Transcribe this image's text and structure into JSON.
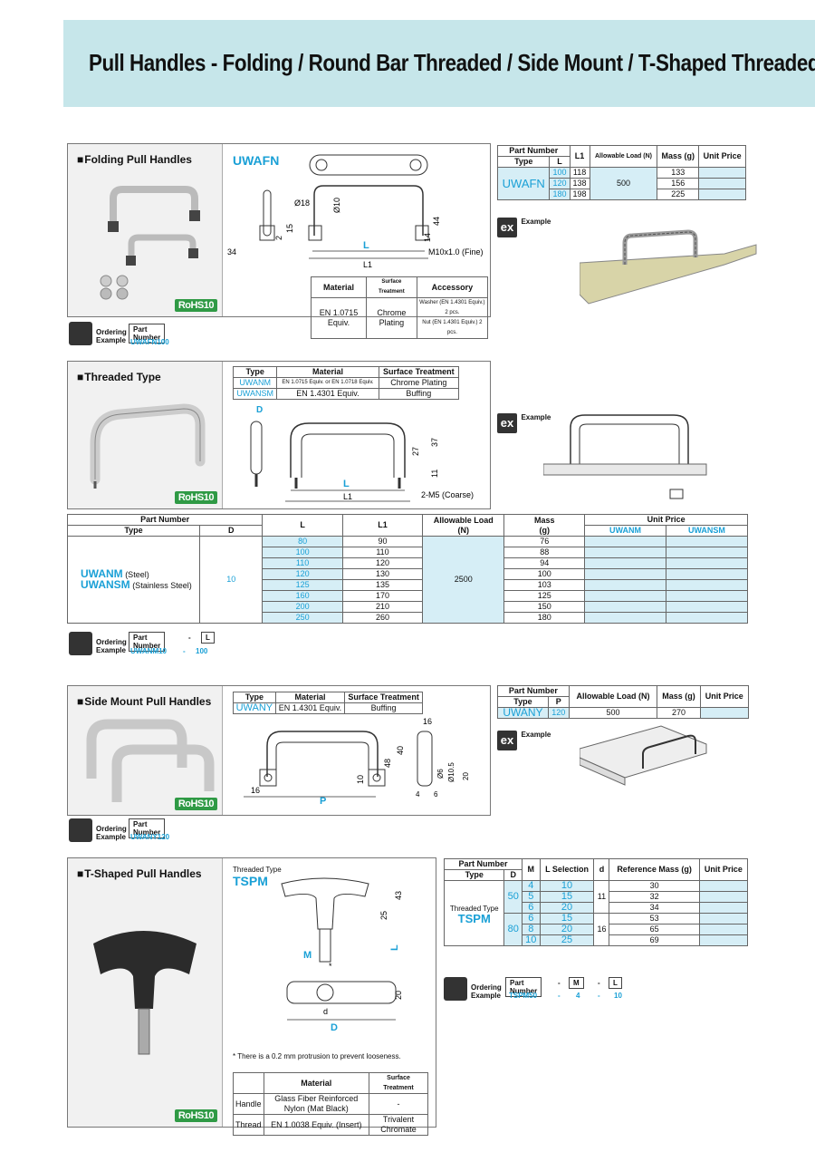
{
  "title": "Pull Handles - Folding / Round Bar Threaded / Side Mount / T-Shaped Threaded",
  "rohs": "RoHS10",
  "ex_label": "Example",
  "ordering_label": "Ordering Example",
  "folding": {
    "title": "Folding Pull Handles",
    "model": "UWAFN",
    "dims": {
      "d18": "Ø18",
      "d10": "Ø10",
      "l34": "34",
      "l15": "15",
      "l2": "2",
      "l44": "44",
      "l14": "14",
      "L": "L",
      "L1": "L1",
      "thread": "M10x1.0 (Fine)"
    },
    "mat_headers": [
      "Material",
      "Surface Treatment",
      "Accessory"
    ],
    "mat_row": [
      "EN 1.0715 Equiv.",
      "Chrome Plating",
      "Washer (EN 1.4301 Equiv.) 2 pcs.",
      "Nut (EN 1.4301 Equiv.) 2 pcs."
    ],
    "table": {
      "h_part": "Part Number",
      "h_type": "Type",
      "h_L": "L",
      "h_L1": "L1",
      "h_load": "Allowable Load (N)",
      "h_mass": "Mass (g)",
      "h_price": "Unit Price",
      "type": "UWAFN",
      "load": "500",
      "rows": [
        [
          "100",
          "118",
          "133"
        ],
        [
          "120",
          "138",
          "156"
        ],
        [
          "180",
          "198",
          "225"
        ]
      ]
    },
    "order": {
      "pn_label": "Part Number",
      "pn": "UWAFN100"
    }
  },
  "threaded": {
    "title": "Threaded Type",
    "mat_headers": [
      "Type",
      "Material",
      "Surface Treatment"
    ],
    "mat_rows": [
      [
        "UWANM",
        "EN 1.0715 Equiv. or EN 1.0718 Equiv.",
        "Chrome Plating"
      ],
      [
        "UWANSM",
        "EN 1.4301 Equiv.",
        "Buffing"
      ]
    ],
    "dims": {
      "D": "D",
      "h27": "27",
      "h37": "37",
      "h11": "11",
      "L": "L",
      "L1": "L1",
      "thread": "2-M5 (Coarse)"
    },
    "table": {
      "h_part": "Part Number",
      "h_type": "Type",
      "h_D": "D",
      "h_L": "L",
      "h_L1": "L1",
      "h_load": "Allowable Load",
      "h_load_u": "(N)",
      "h_mass": "Mass",
      "h_mass_u": "(g)",
      "h_price": "Unit Price",
      "h_p1": "UWANM",
      "h_p2": "UWANSM",
      "type1": "UWANM",
      "type1s": "(Steel)",
      "type2": "UWANSM",
      "type2s": "(Stainless Steel)",
      "D": "10",
      "load": "2500",
      "rows": [
        [
          "80",
          "90",
          "76"
        ],
        [
          "100",
          "110",
          "88"
        ],
        [
          "110",
          "120",
          "94"
        ],
        [
          "120",
          "130",
          "100"
        ],
        [
          "125",
          "135",
          "103"
        ],
        [
          "160",
          "170",
          "125"
        ],
        [
          "200",
          "210",
          "150"
        ],
        [
          "250",
          "260",
          "180"
        ]
      ]
    },
    "order": {
      "pn_label": "Part Number",
      "sep": "-",
      "L_label": "L",
      "pn": "UWANM10",
      "L": "100"
    }
  },
  "side": {
    "title": "Side Mount Pull Handles",
    "mat_headers": [
      "Type",
      "Material",
      "Surface Treatment"
    ],
    "mat_row": [
      "UWANY",
      "EN 1.4301 Equiv.",
      "Buffing"
    ],
    "dims": {
      "d16": "16",
      "h48": "48",
      "h40": "40",
      "h10": "10",
      "w16": "16",
      "P": "P",
      "d6": "Ø6",
      "d105": "Ø10.5",
      "h20": "20",
      "w4": "4",
      "w6": "6"
    },
    "table": {
      "h_part": "Part Number",
      "h_type": "Type",
      "h_P": "P",
      "h_load": "Allowable Load (N)",
      "h_mass": "Mass (g)",
      "h_price": "Unit Price",
      "row": [
        "UWANY",
        "120",
        "500",
        "270"
      ]
    },
    "order": {
      "pn_label": "Part Number",
      "pn": "UWANY120"
    }
  },
  "tshape": {
    "title": "T-Shaped Pull Handles",
    "sub": "Threaded Type",
    "model": "TSPM",
    "dims": {
      "h25": "25",
      "h43": "43",
      "L": "L",
      "M": "M",
      "star": "*",
      "d": "d",
      "D": "D",
      "h20": "20"
    },
    "note": "* There is a 0.2 mm protrusion to prevent looseness.",
    "mat_headers": [
      "Material",
      "Surface Treatment"
    ],
    "mat_rows": [
      [
        "Handle",
        "Glass Fiber Reinforced Nylon (Mat Black)",
        "-"
      ],
      [
        "Thread",
        "EN 1.0038 Equiv. (Insert)",
        "Trivalent Chromate"
      ]
    ],
    "table": {
      "h_part": "Part Number",
      "h_type": "Type",
      "h_D": "D",
      "h_M": "M",
      "h_L": "L Selection",
      "h_d": "d",
      "h_mass": "Reference Mass (g)",
      "h_price": "Unit Price",
      "type_sub": "Threaded Type",
      "type": "TSPM",
      "groups": [
        {
          "D": "50",
          "d": "11",
          "rows": [
            [
              "4",
              "10",
              "30"
            ],
            [
              "5",
              "15",
              "32"
            ],
            [
              "6",
              "20",
              "34"
            ]
          ]
        },
        {
          "D": "80",
          "d": "16",
          "rows": [
            [
              "6",
              "15",
              "53"
            ],
            [
              "8",
              "20",
              "65"
            ],
            [
              "10",
              "25",
              "69"
            ]
          ]
        }
      ]
    },
    "order": {
      "pn_label": "Part Number",
      "sep": "-",
      "M_label": "M",
      "L_label": "L",
      "pn": "TSPM50",
      "M": "4",
      "L": "10"
    }
  }
}
